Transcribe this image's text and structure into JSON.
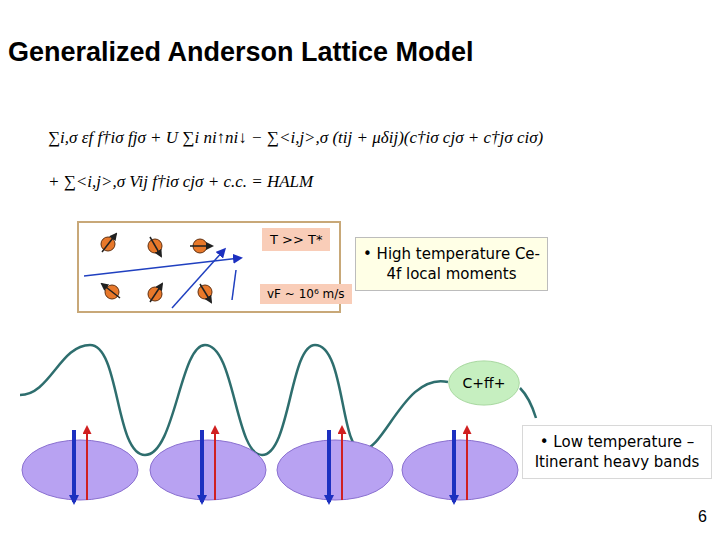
{
  "diagram": {
    "title": "Generalized Anderson Lattice Model",
    "nodes": [
      {
        "text": [
          "T >> T*"
        ]
      },
      {
        "text": [
          "vF ~ 10⁶ m/s"
        ]
      },
      {
        "text": [
          "• High temperature Ce-4f local moments"
        ]
      },
      {
        "text": [
          "C+ff+"
        ]
      },
      {
        "text": [
          "• Low temperature – Itinerant heavy bands"
        ]
      }
    ],
    "labels": [
      "∑i,σ εf f†iσ fjσ + U ∑i ni↑ni↓ − ∑<i,j>,σ (tij + μδij)(c†iσ cjσ + c†jσ ciσ)",
      "+ ∑<i,j>,σ Vij f†iσ cjσ + c.c. = HALM",
      "6"
    ]
  }
}
